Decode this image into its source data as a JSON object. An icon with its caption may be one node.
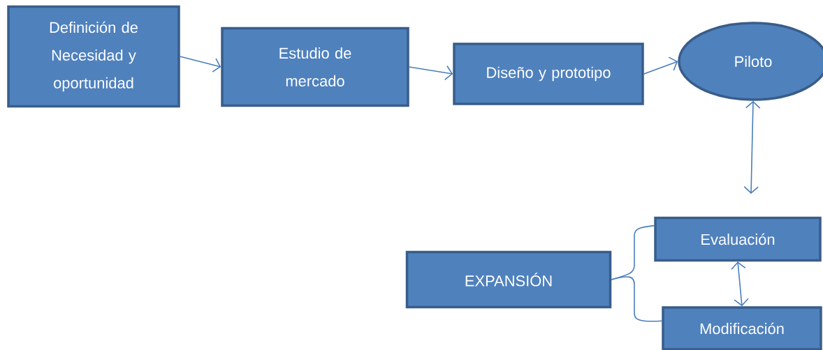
{
  "diagram": {
    "nodes": [
      {
        "text": [
          "Definición de Necesidad y oportunidad"
        ]
      },
      {
        "text": [
          "Estudio de mercado"
        ]
      },
      {
        "text": [
          "Diseño y prototipo"
        ]
      },
      {
        "text": [
          "Piloto"
        ]
      },
      {
        "text": [
          "Evaluación"
        ]
      },
      {
        "text": [
          "EXPANSIÓN"
        ]
      },
      {
        "text": [
          "Modificación"
        ]
      }
    ],
    "edges": [
      {
        "from": 0,
        "to": 1,
        "arrow": "to"
      },
      {
        "from": 1,
        "to": 2,
        "arrow": "to"
      },
      {
        "from": 2,
        "to": 3,
        "arrow": "to"
      },
      {
        "from": 3,
        "to": null,
        "arrow": "both"
      },
      {
        "from": 4,
        "to": 6,
        "arrow": "both"
      },
      {
        "from": 5,
        "to": 4,
        "arrow": "none"
      },
      {
        "from": 5,
        "to": 6,
        "arrow": "none"
      }
    ]
  }
}
